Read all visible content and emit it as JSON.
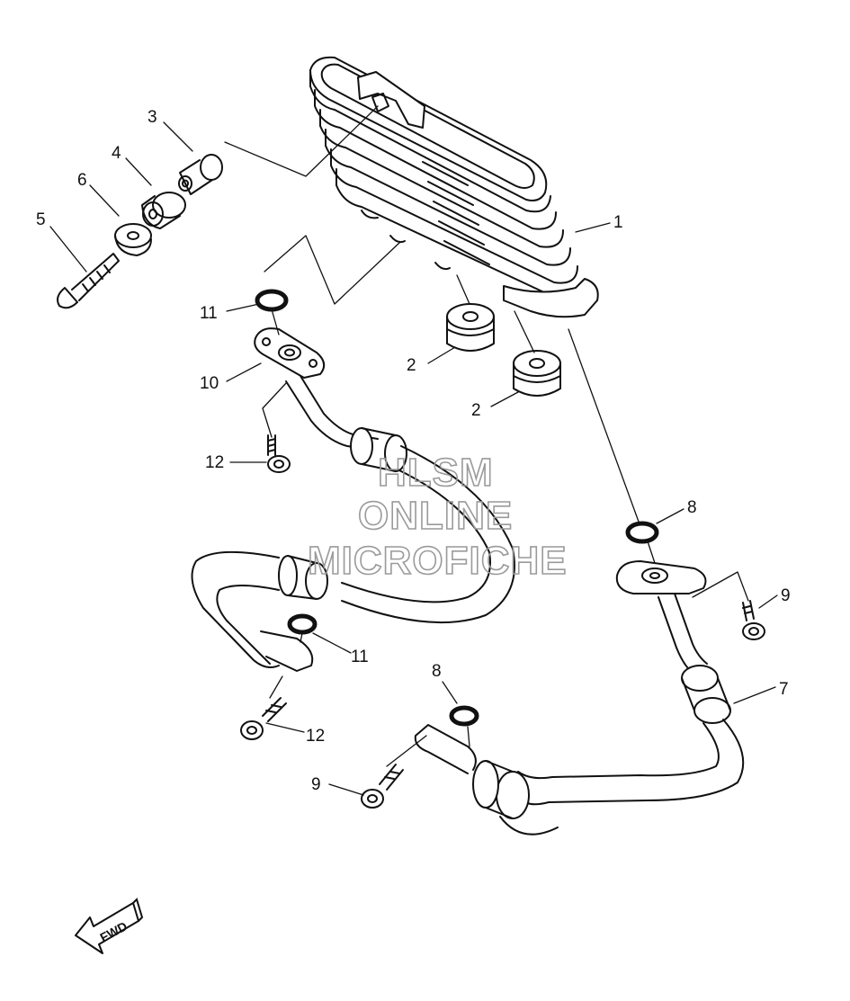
{
  "diagram": {
    "callouts": [
      "1",
      "2",
      "2",
      "3",
      "4",
      "5",
      "6",
      "7",
      "8",
      "8",
      "9",
      "9",
      "10",
      "11",
      "11",
      "12",
      "12"
    ],
    "watermark": [
      "HLSM",
      "ONLINE",
      "MICROFICHE"
    ],
    "direction_badge": "FWD",
    "colors": {
      "line": "#111111",
      "watermark": "#9a9a9a",
      "background": "#ffffff"
    }
  }
}
